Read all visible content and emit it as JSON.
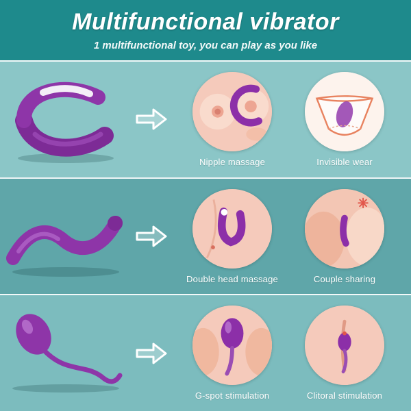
{
  "header": {
    "title": "Multifunctional vibrator",
    "subtitle": "1 multifunctional toy, you can play as you like"
  },
  "rows": [
    {
      "device_icon": "c-clamp-couples-vibrator-icon",
      "labels": [
        "Nipple massage",
        "Invisible wear"
      ]
    },
    {
      "device_icon": "curved-double-head-vibrator-icon",
      "labels": [
        "Double head massage",
        "Couple sharing"
      ]
    },
    {
      "device_icon": "egg-vibrator-with-tail-icon",
      "labels": [
        "G-spot stimulation",
        "Clitoral stimulation"
      ]
    }
  ],
  "colors": {
    "header_bg": "#1e8a8c",
    "row1_bg": "#8bc6c7",
    "row2_bg": "#5fa6a9",
    "row3_bg": "#7cbcbe",
    "accent_purple": "#8c2fa8",
    "skin_tone": "#f5cabb",
    "text": "#ffffff"
  }
}
